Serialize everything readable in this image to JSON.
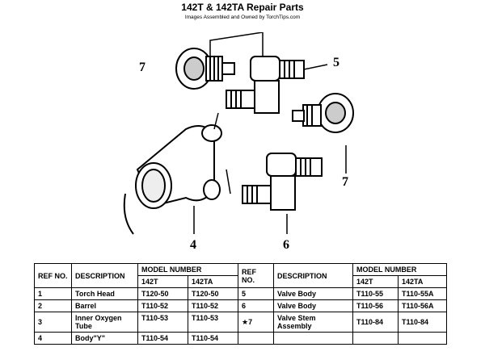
{
  "header": {
    "title": "142T & 142TA Repair Parts",
    "subtitle": "Images Assembled and Owned by TorchTips.com"
  },
  "diagram": {
    "callouts": [
      "7",
      "5",
      "7",
      "4",
      "6"
    ]
  },
  "table": {
    "ref_no": "REF NO.",
    "description": "DESCRIPTION",
    "model_number": "MODEL NUMBER",
    "model_142t": "142T",
    "model_142ta": "142TA",
    "rows": [
      {
        "left": {
          "ref": "1",
          "desc": "Torch Head",
          "p142t": "T120-50",
          "p142ta": "T120-50"
        },
        "right": {
          "ref": "5",
          "desc": "Valve Body",
          "p142t": "T110-55",
          "p142ta": "T110-55A"
        }
      },
      {
        "left": {
          "ref": "2",
          "desc": "Barrel",
          "p142t": "T110-52",
          "p142ta": "T110-52"
        },
        "right": {
          "ref": "6",
          "desc": "Valve Body",
          "p142t": "T110-56",
          "p142ta": "T110-56A"
        }
      },
      {
        "left": {
          "ref": "3",
          "desc": "Inner Oxygen Tube",
          "p142t": "T110-53",
          "p142ta": "T110-53"
        },
        "right": {
          "ref": "★7",
          "desc": "Valve Stem Assembly",
          "p142t": "T110-84",
          "p142ta": "T110-84"
        }
      },
      {
        "left": {
          "ref": "4",
          "desc": "Body\"Y\"",
          "p142t": "T110-54",
          "p142ta": "T110-54"
        },
        "right": {
          "ref": "",
          "desc": "",
          "p142t": "",
          "p142ta": ""
        }
      }
    ]
  }
}
